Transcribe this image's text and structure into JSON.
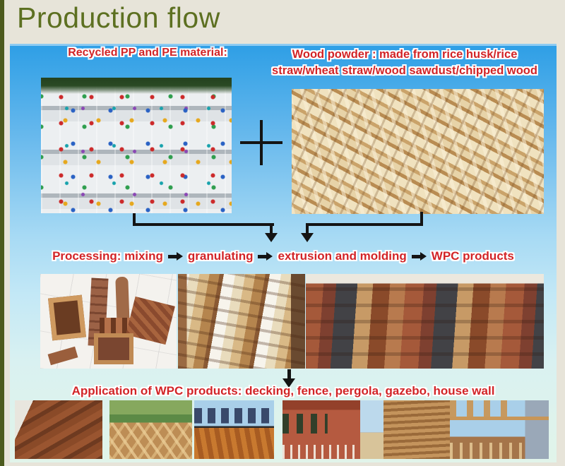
{
  "slide": {
    "title": "Production flow"
  },
  "colors": {
    "title_green": "#5d7021",
    "accent_bar_green": "#4c5a1d",
    "page_background": "#e7e4d9",
    "label_red": "#d22427",
    "sky_top": "#2f9fe6",
    "sky_bottom": "#e1f4ea",
    "connector_black": "#141414"
  },
  "icons": {
    "plus": "+",
    "arrow_right": "→",
    "arrow_down": "↓"
  },
  "materials": {
    "left_label": "Recycled PP and PE material:",
    "right_label_line1": "Wood powder : made from rice husk/rice",
    "right_label_line2": "straw/wheat straw/wood sawdust/chipped wood"
  },
  "processing": {
    "steps": [
      "Processing: mixing",
      "granulating",
      "extrusion and molding",
      "WPC products"
    ]
  },
  "application": {
    "label": "Application of WPC products: decking, fence, pergola, gazebo, house wall"
  }
}
